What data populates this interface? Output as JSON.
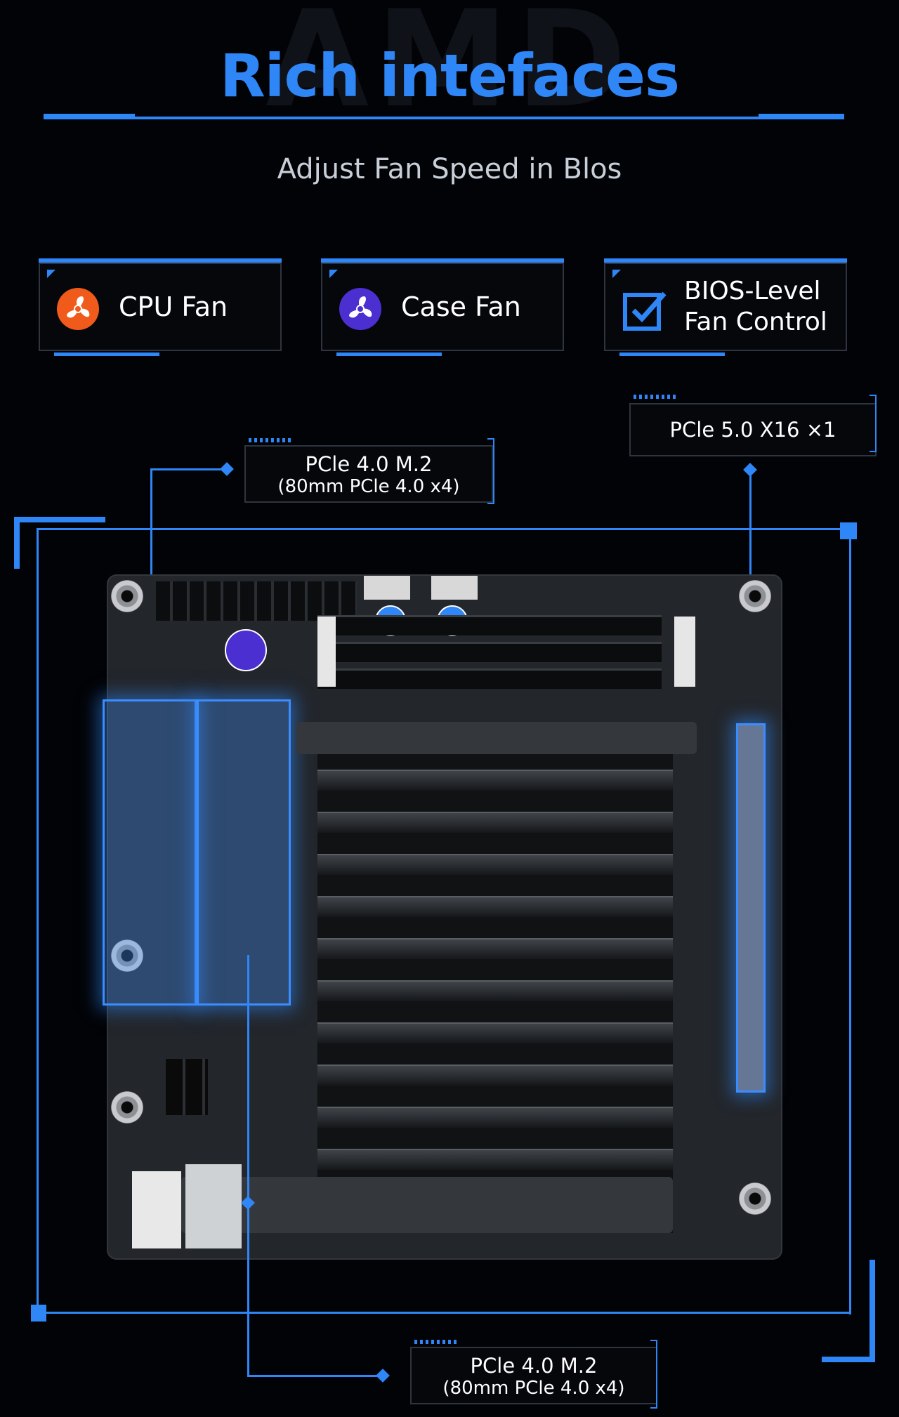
{
  "header": {
    "watermark": "AMD",
    "title": "Rich intefaces",
    "subtitle": "Adjust Fan Speed in Blos"
  },
  "features": [
    {
      "label": "CPU Fan",
      "icon": "cpu-fan-icon",
      "color": "#f05a1a"
    },
    {
      "label": "Case Fan",
      "icon": "case-fan-icon",
      "color": "#4b2fd0"
    },
    {
      "label": "BIOS-Level Fan Control",
      "line1": "BIOS-Level",
      "line2": "Fan Control",
      "icon": "checkbox-icon",
      "color": "#2f86f6"
    }
  ],
  "callouts": {
    "pcie5": "PCle 5.0 X16 ×1",
    "m2_top_line1": "PCle 4.0 M.2",
    "m2_top_line2": "(80mm PCle 4.0 x4)",
    "m2_bottom_line1": "PCle 4.0 M.2",
    "m2_bottom_line2": "(80mm PCle 4.0 x4)"
  },
  "colors": {
    "accent": "#2f86f6",
    "background": "#020306",
    "cpu_fan": "#f05a1a",
    "case_fan": "#4b2fd0"
  }
}
